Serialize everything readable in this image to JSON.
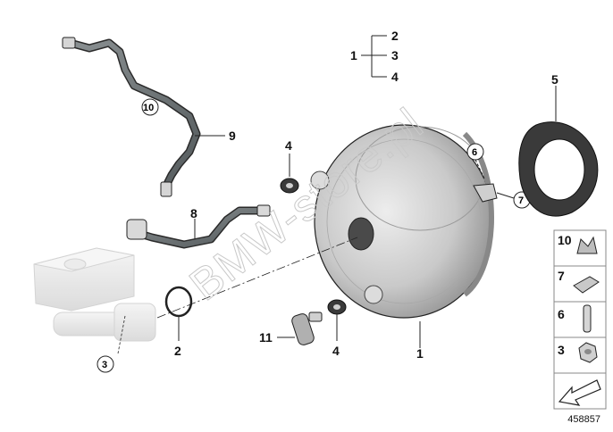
{
  "watermark": "BMW-store.pl",
  "reference_number": "458857",
  "callouts": {
    "c1_main": "1",
    "c1_group": "1",
    "c2_group": "2",
    "c3_group": "3",
    "c4_group": "4",
    "c2_oring": "2",
    "c3_cylinder": "3",
    "c4_upper": "4",
    "c4_lower": "4",
    "c5": "5",
    "c6": "6",
    "c7": "7",
    "c8": "8",
    "c9": "9",
    "c10": "10",
    "c11": "11"
  },
  "legend_panel": [
    {
      "label": "10",
      "icon": "hose-clamp-icon"
    },
    {
      "label": "7",
      "icon": "clip-icon"
    },
    {
      "label": "6",
      "icon": "pin-icon"
    },
    {
      "label": "3",
      "icon": "hex-nut-icon"
    }
  ],
  "colors": {
    "line": "#222222",
    "booster": "#c7c7c7",
    "hose": "#6f7577",
    "gasket": "#3a3a3a",
    "ghost": "#e8e8e8"
  }
}
